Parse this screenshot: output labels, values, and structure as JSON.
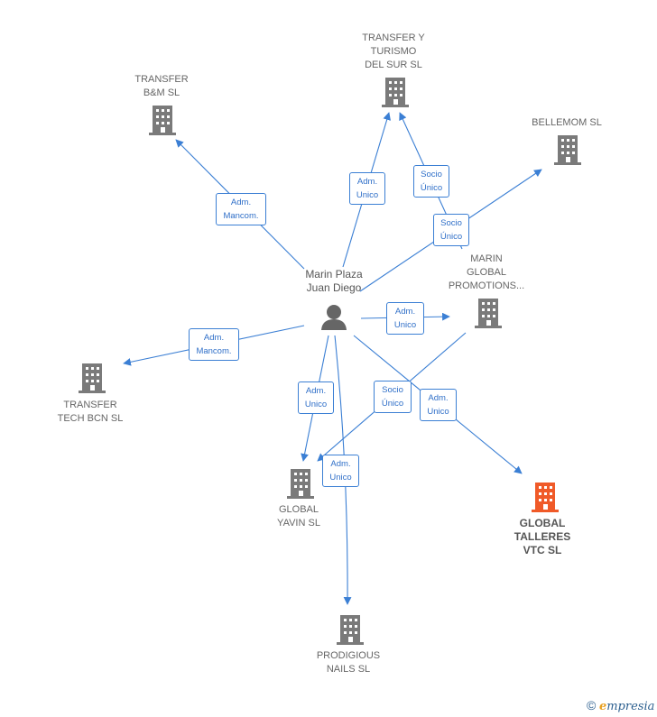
{
  "center": {
    "name": "Marin Plaza\nJuan Diego",
    "icon": "person-icon"
  },
  "companies": {
    "transfer_bm": "TRANSFER\nB&M  SL",
    "transfer_turismo": "TRANSFER Y\nTURISMO\nDEL SUR  SL",
    "bellemom": "BELLEMOM  SL",
    "marin_global": "MARIN\nGLOBAL\nPROMOTIONS...",
    "transfer_tech": "TRANSFER\nTECH BCN  SL",
    "global_yavin": "GLOBAL\nYAVIN  SL",
    "global_talleres": "GLOBAL\nTALLERES\nVTC  SL",
    "prodigious": "PRODIGIOUS\nNAILS  SL"
  },
  "edges": {
    "to_transfer_bm": "Adm.\nMancom.",
    "to_transfer_turismo": "Adm.\nUnico",
    "marin_to_transfer_turismo": "Socio\nÚnico",
    "to_bellemom": "Socio\nÚnico",
    "to_marin_global": "Adm.\nUnico",
    "to_transfer_tech": "Adm.\nMancom.",
    "to_global_yavin": "Adm.\nUnico",
    "marin_to_global_yavin": "Socio\nÚnico",
    "to_global_talleres": "Adm.\nUnico",
    "to_prodigious": "Adm.\nUnico"
  },
  "colors": {
    "edge": "#3b7fd4",
    "building": "#7a7a7a",
    "focus_building": "#f05a28",
    "person": "#666666"
  },
  "footer": {
    "copyright": "©",
    "brand_initial": "e",
    "brand_rest": "mpresia"
  }
}
